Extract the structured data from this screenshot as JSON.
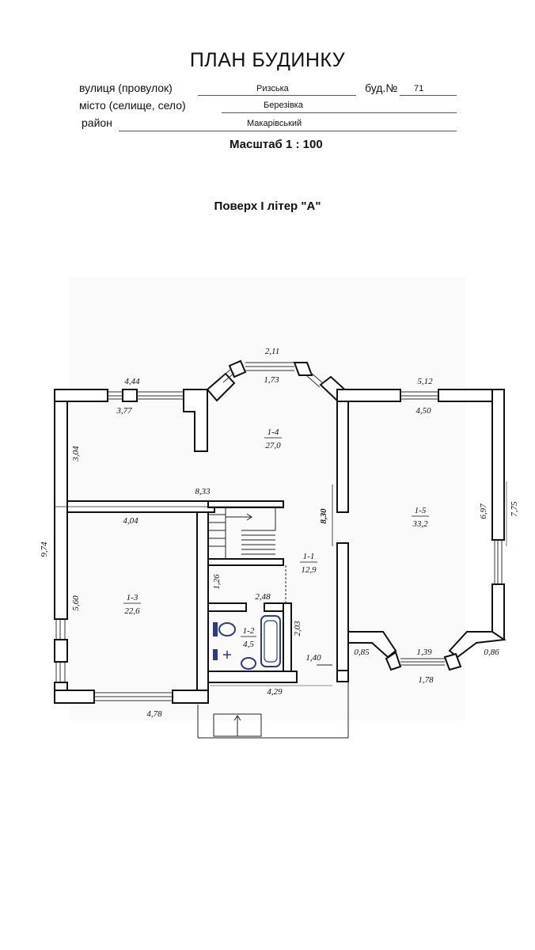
{
  "header": {
    "title": "ПЛАН БУДИНКУ",
    "street_label": "вулиця (провулок)",
    "street_value": "Ризська",
    "house_label": "буд.№",
    "house_value": "71",
    "city_label": "місто (селище, село)",
    "city_value": "Березівка",
    "district_label": "район",
    "district_value": "Макарівський",
    "scale": "Масштаб 1 : 100",
    "floor_title": "Поверх I літер \"А\""
  },
  "rooms": [
    {
      "id": "1-1",
      "area": "12,9"
    },
    {
      "id": "1-2",
      "area": "4,5"
    },
    {
      "id": "1-3",
      "area": "22,6"
    },
    {
      "id": "1-4",
      "area": "27,0"
    },
    {
      "id": "1-5",
      "area": "33,2"
    }
  ],
  "dimensions": [
    "2,11",
    "1,73",
    "4,44",
    "3,77",
    "5,12",
    "4,50",
    "3,04",
    "8,33",
    "4,04",
    "8,30",
    "6,97",
    "7,75",
    "9,74",
    "5,60",
    "1,26",
    "2,48",
    "2,03",
    "1,40",
    "0,85",
    "1,39",
    "0,86",
    "1,78",
    "4,29",
    "4,78"
  ]
}
